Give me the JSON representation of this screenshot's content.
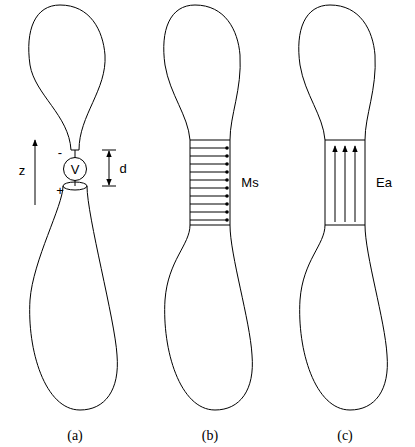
{
  "diagram": {
    "nodes": [
      {
        "text": [
          "V"
        ]
      }
    ],
    "labels": [
      "z",
      "-",
      "+",
      "d",
      "Ms",
      "Ea",
      "(a)",
      "(b)",
      "(c)"
    ]
  }
}
